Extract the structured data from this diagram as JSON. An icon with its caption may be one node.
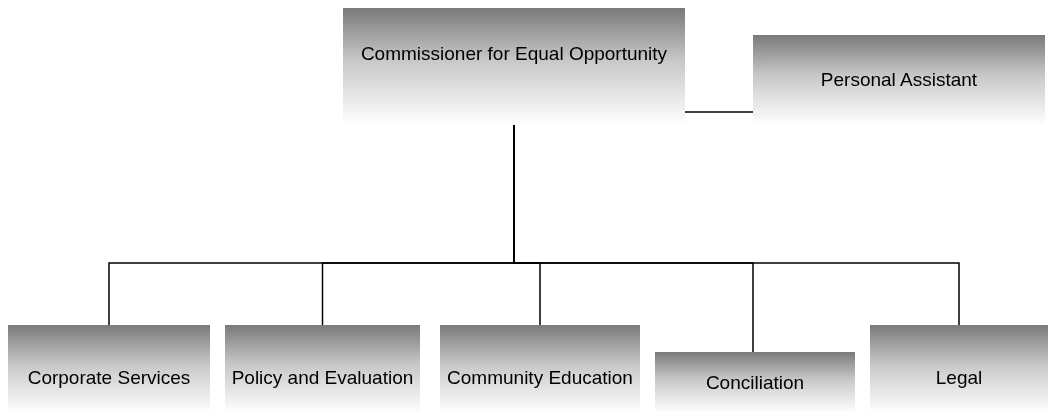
{
  "diagram": {
    "nodes": [
      {
        "text": [
          "Commissioner for Equal Opportunity"
        ]
      },
      {
        "text": [
          "Personal Assistant"
        ]
      },
      {
        "text": [
          "Corporate Services"
        ]
      },
      {
        "text": [
          "Policy and Evaluation"
        ]
      },
      {
        "text": [
          "Community Education"
        ]
      },
      {
        "text": [
          "Conciliation"
        ]
      },
      {
        "text": [
          "Legal"
        ]
      }
    ],
    "edges": [
      {
        "from": 0,
        "to": 1,
        "arrow": "none"
      },
      {
        "from": 0,
        "to": 2,
        "arrow": "none"
      },
      {
        "from": 0,
        "to": 3,
        "arrow": "none"
      },
      {
        "from": 0,
        "to": 4,
        "arrow": "none"
      },
      {
        "from": 0,
        "to": 5,
        "arrow": "none"
      },
      {
        "from": 0,
        "to": 6,
        "arrow": "none"
      }
    ]
  }
}
